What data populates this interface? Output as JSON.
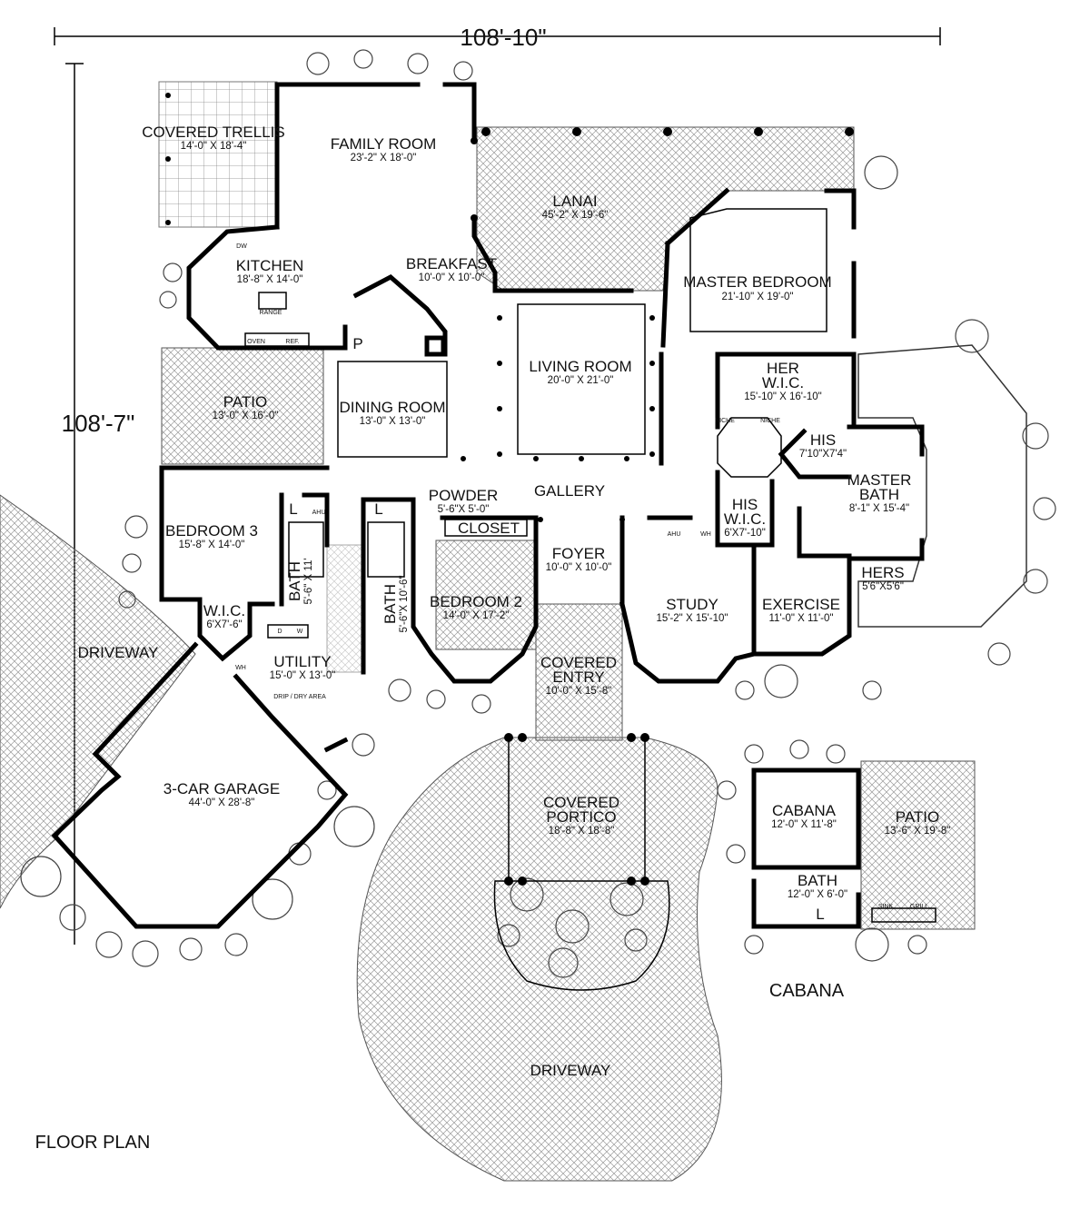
{
  "dimensions": {
    "width": "108'-10\"",
    "depth": "108'-7\""
  },
  "title": "FLOOR PLAN",
  "rooms": {
    "covered_trellis": {
      "name": "COVERED TRELLIS",
      "size": "14'-0\" X 18'-4\""
    },
    "family_room": {
      "name": "FAMILY ROOM",
      "size": "23'-2\" X 18'-0\""
    },
    "lanai": {
      "name": "LANAI",
      "size": "45'-2\" X 19'-6\""
    },
    "kitchen": {
      "name": "KITCHEN",
      "size": "18'-8\" X 14'-0\""
    },
    "breakfast": {
      "name": "BREAKFAST",
      "size": "10'-0\" X 10'-0\""
    },
    "master_bedroom": {
      "name": "MASTER BEDROOM",
      "size": "21'-10\" X 19'-0\""
    },
    "living_room": {
      "name": "LIVING ROOM",
      "size": "20'-0\" X 21'-0\""
    },
    "patio": {
      "name": "PATIO",
      "size": "13'-0\" X 16'-0\""
    },
    "dining_room": {
      "name": "DINING ROOM",
      "size": "13'-0\" X 13'-0\""
    },
    "her_wic": {
      "name_line1": "HER",
      "name_line2": "W.I.C.",
      "size": "15'-10\" X 16'-10\""
    },
    "his_bath": {
      "name": "HIS",
      "size": "7'10\"X7'4\""
    },
    "master_bath": {
      "name_line1": "MASTER",
      "name_line2": "BATH",
      "size": "8'-1\" X 15'-4\""
    },
    "gallery": {
      "name": "GALLERY"
    },
    "powder": {
      "name": "POWDER",
      "size": "5'-6\"X 5'-0\""
    },
    "closet": {
      "name": "CLOSET"
    },
    "his_wic": {
      "name_line1": "HIS",
      "name_line2": "W.I.C.",
      "size": "6'X7'-10\""
    },
    "bedroom3": {
      "name": "BEDROOM 3",
      "size": "15'-8\" X 14'-0\""
    },
    "bath1": {
      "name": "BATH",
      "size": "5'-6\" X 11'"
    },
    "foyer": {
      "name": "FOYER",
      "size": "10'-0\" X 10'-0\""
    },
    "hers": {
      "name": "HERS",
      "size": "5'6\"X5'6\""
    },
    "bedroom2": {
      "name": "BEDROOM 2",
      "size": "14'-0\" X 17'-2\""
    },
    "bath2": {
      "name": "BATH",
      "size": "5'-6\"X 10'-6\""
    },
    "study": {
      "name": "STUDY",
      "size": "15'-2\" X 15'-10\""
    },
    "exercise": {
      "name": "EXERCISE",
      "size": "11'-0\" X 11'-0\""
    },
    "wic": {
      "name": "W.I.C.",
      "size": "6'X7'-6\""
    },
    "utility": {
      "name": "UTILITY",
      "size": "15'-0\" X 13'-0\""
    },
    "covered_entry": {
      "name_line1": "COVERED",
      "name_line2": "ENTRY",
      "size": "10'-0\" X 15'-8\""
    },
    "garage": {
      "name": "3-CAR GARAGE",
      "size": "44'-0\" X 28'-8\""
    },
    "covered_portico": {
      "name_line1": "COVERED",
      "name_line2": "PORTICO",
      "size": "18'-8\" X 18'-8\""
    },
    "cabana": {
      "name": "CABANA",
      "size": "12'-0\" X 11'-8\""
    },
    "cabana_patio": {
      "name": "PATIO",
      "size": "13'-6\" X 19'-8\""
    },
    "cabana_bath": {
      "name": "BATH",
      "size": "12'-0\" X 6'-0\""
    }
  },
  "labels": {
    "driveway_left": "DRIVEWAY",
    "driveway_bottom": "DRIVEWAY",
    "cabana_caption": "CABANA"
  },
  "fixtures": {
    "dw": "DW",
    "sink": "SINK",
    "range": "RANGE",
    "oven": "OVEN",
    "ref": "REF.",
    "pantry": "P",
    "linen": "L",
    "ahu": "AHU",
    "wh": "WH",
    "washer": "W",
    "dryer": "D",
    "drip": "DRIP / DRY AREA",
    "grill": "GRILL",
    "niche": "NICHE"
  }
}
